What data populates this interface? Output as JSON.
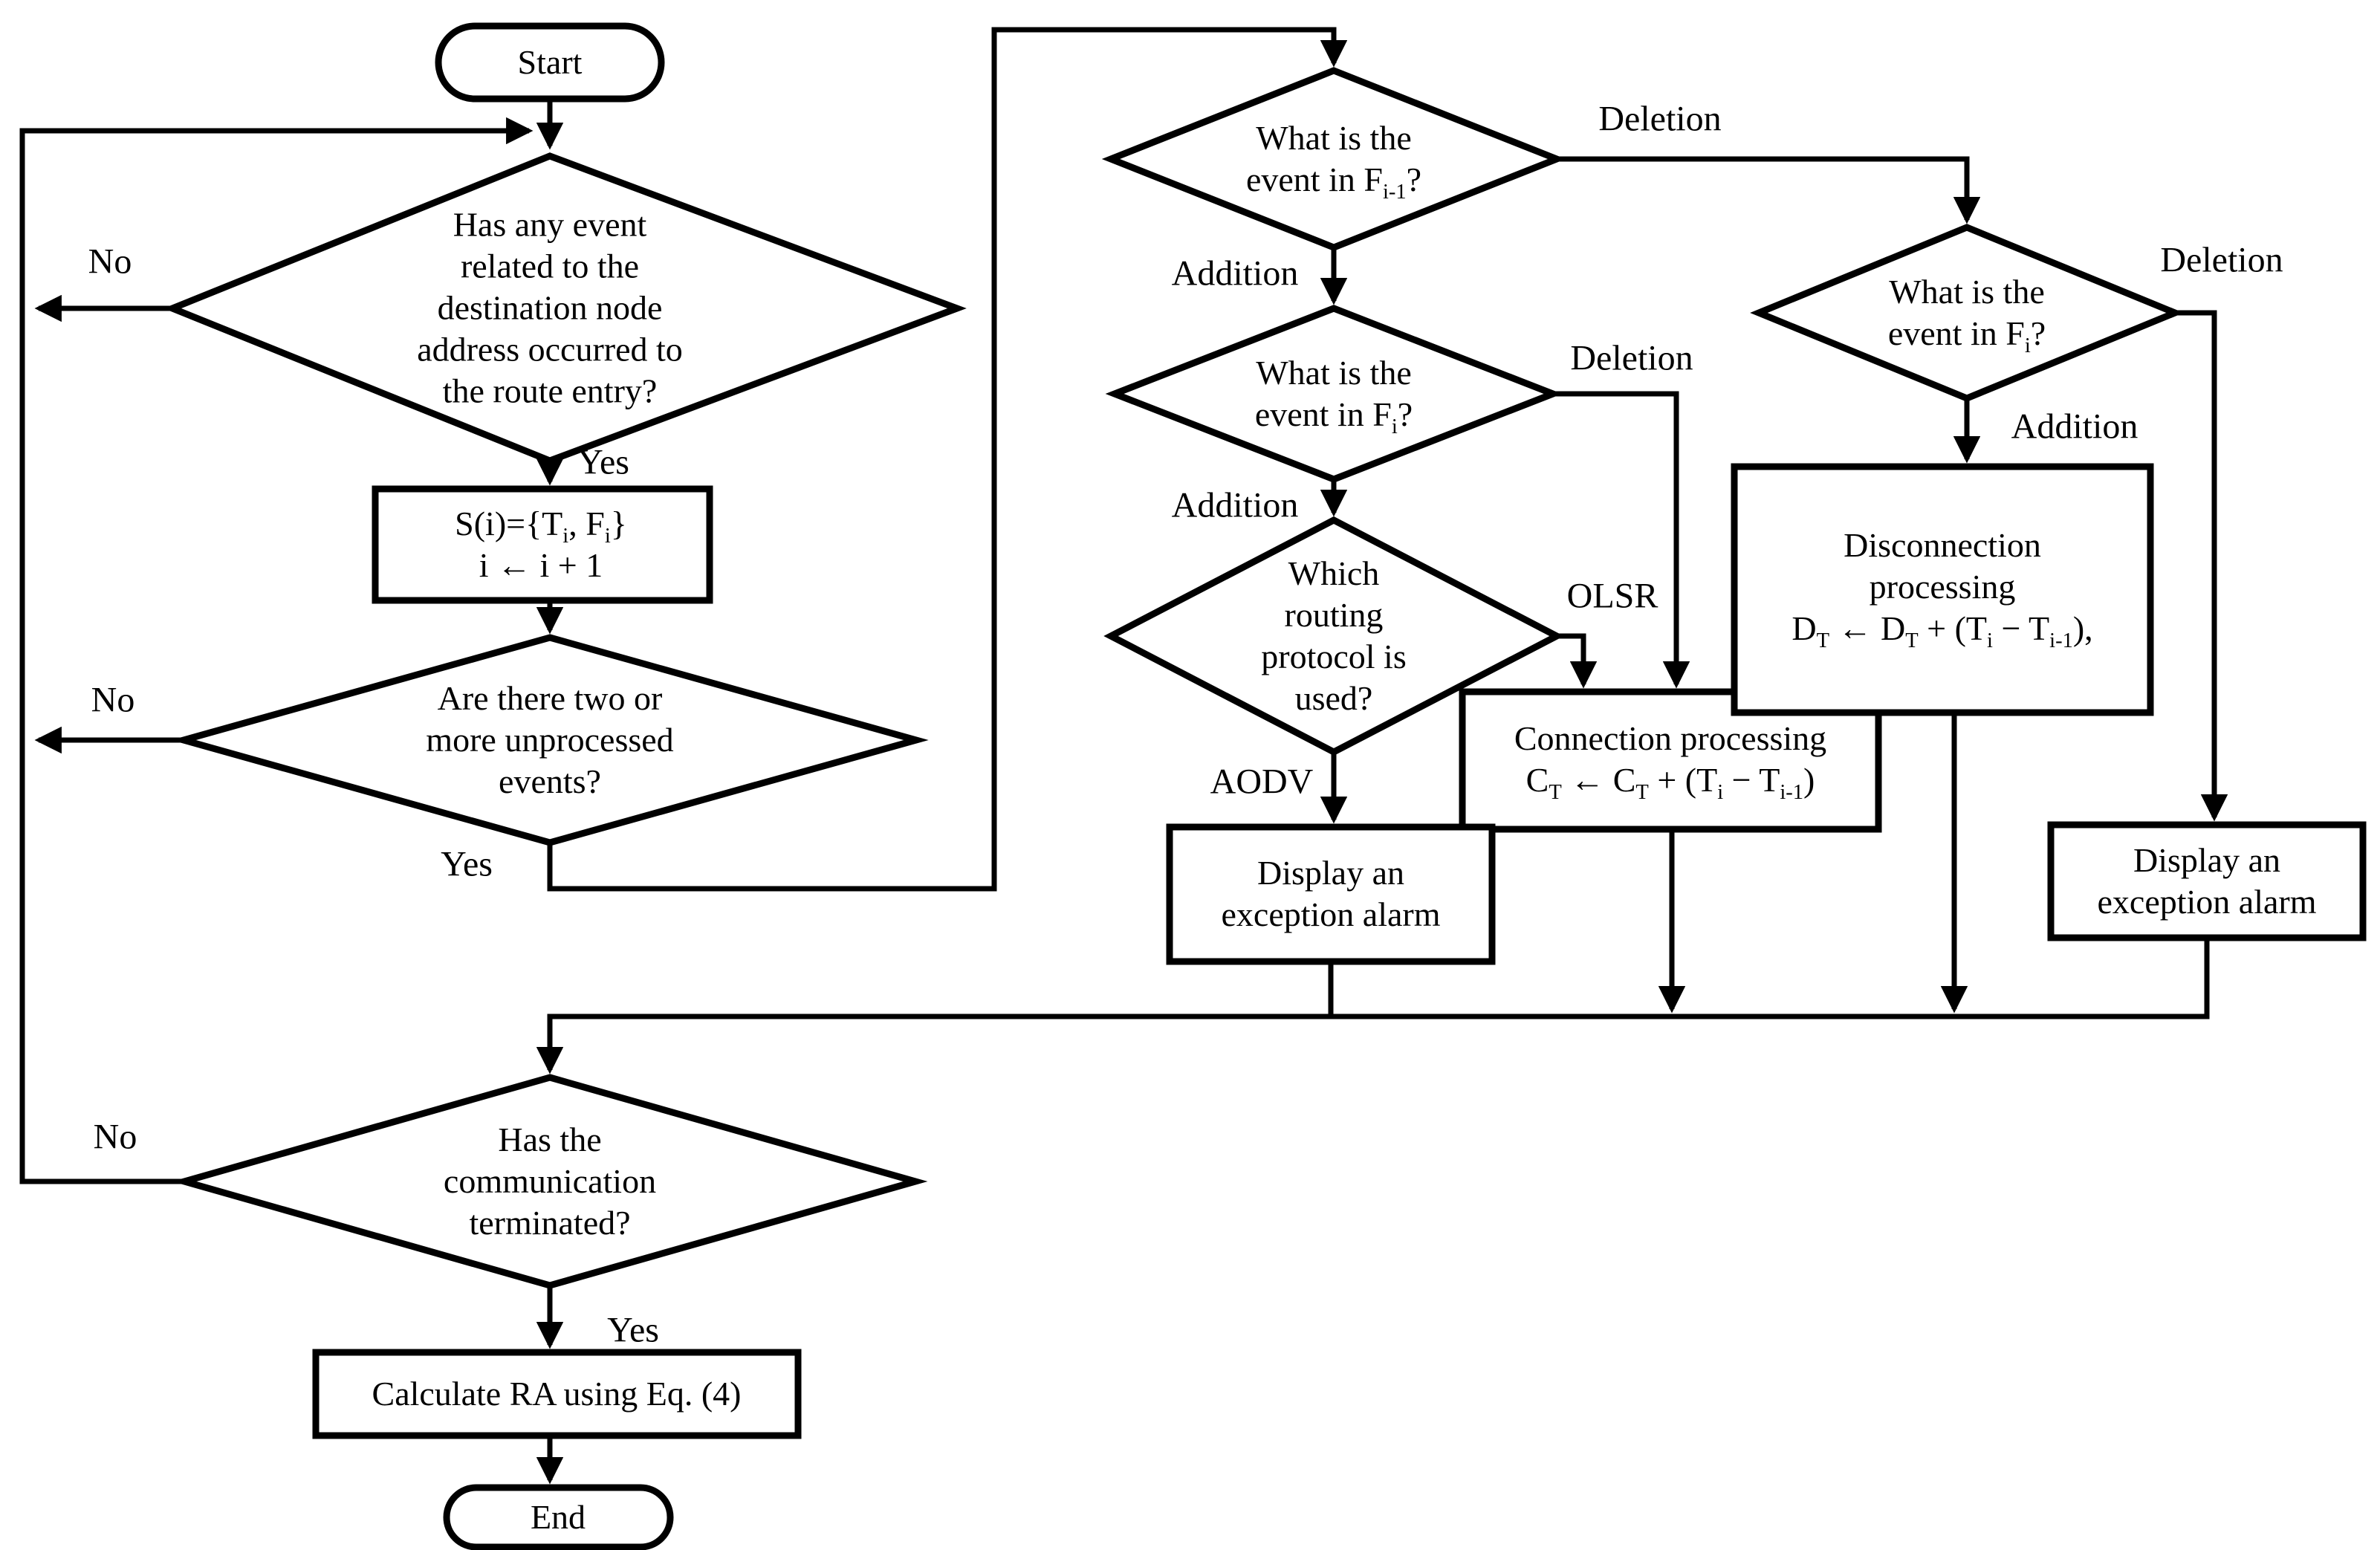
{
  "diagram": {
    "title_hint": "Route-entry event processing flowchart",
    "colors": {
      "background": "#ffffff",
      "stroke": "#000000",
      "text": "#000000"
    },
    "nodes": {
      "start": {
        "type": "terminator",
        "label": "Start"
      },
      "event_occurred": {
        "type": "decision",
        "label": "Has any event\nrelated to the\ndestination node\naddress occurred to\nthe route entry?"
      },
      "set_s_i": {
        "type": "process",
        "label": "S(i)={T~i~, F~i~}\ni ← i + 1"
      },
      "two_or_more": {
        "type": "decision",
        "label": "Are there two or\nmore unprocessed\nevents?"
      },
      "event_in_f_prev": {
        "type": "decision",
        "label": "What is the\nevent in F~i-1~?"
      },
      "event_in_f_mid": {
        "type": "decision",
        "label": "What is the\nevent in F~i~?"
      },
      "which_protocol": {
        "type": "decision",
        "label": "Which\nrouting\nprotocol is\nused?"
      },
      "connection_processing": {
        "type": "process",
        "label": "Connection processing\nC~T~ ← C~T~ + (T~i~ − T~i-1~)"
      },
      "event_in_f_right": {
        "type": "decision",
        "label": "What is the\nevent in F~i~?"
      },
      "disconnection_processing": {
        "type": "process",
        "label": "Disconnection\nprocessing\nD~T~ ← D~T~ + (T~i~ − T~i-1~),"
      },
      "alarm_left": {
        "type": "process",
        "label": "Display an\nexception alarm"
      },
      "alarm_right": {
        "type": "process",
        "label": "Display an\nexception alarm"
      },
      "terminated": {
        "type": "decision",
        "label": "Has the\ncommunication\nterminated?"
      },
      "calculate_ra": {
        "type": "process",
        "label": "Calculate RA using Eq. (4)"
      },
      "end": {
        "type": "terminator",
        "label": "End"
      }
    },
    "edge_labels": {
      "event_occurred_no": "No",
      "event_occurred_yes": "Yes",
      "two_or_more_no": "No",
      "two_or_more_yes": "Yes",
      "f_prev_deletion": "Deletion",
      "f_prev_addition": "Addition",
      "f_mid_deletion": "Deletion",
      "f_mid_addition": "Addition",
      "protocol_olsr": "OLSR",
      "protocol_aodv": "AODV",
      "f_right_deletion": "Deletion",
      "f_right_addition": "Addition",
      "terminated_no": "No",
      "terminated_yes": "Yes"
    }
  }
}
